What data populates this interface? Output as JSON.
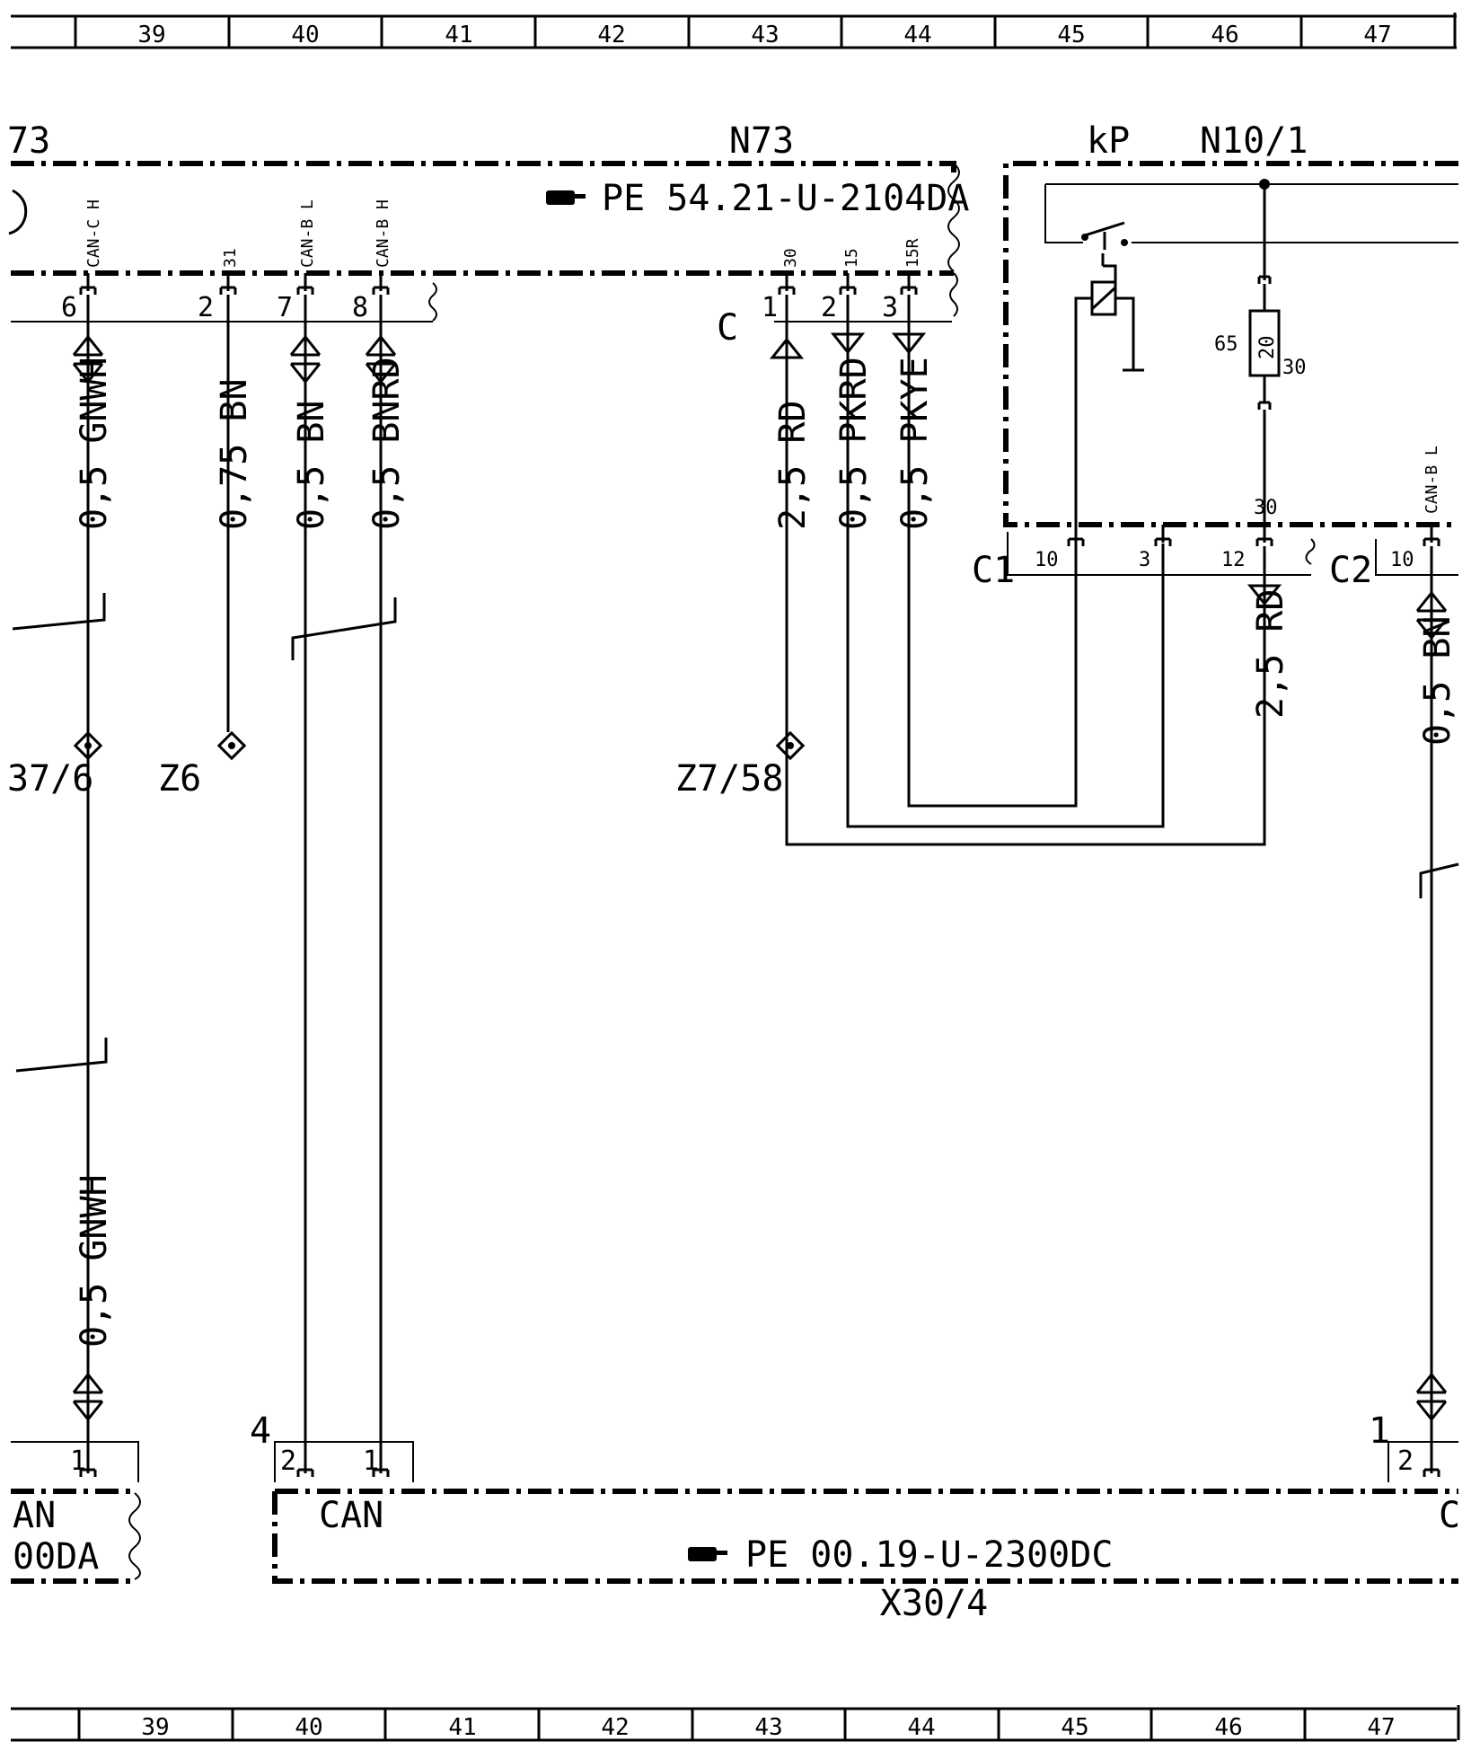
{
  "ruler": {
    "columns": [
      "39",
      "40",
      "41",
      "42",
      "43",
      "44",
      "45",
      "46",
      "47"
    ]
  },
  "components": {
    "n73_partial": "73",
    "n73": "N73",
    "n73_ref": "PE  54.21-U-2104DA",
    "kp": "kP",
    "n10_1": "N10/1",
    "x30_4": "X30/4",
    "x30_4_ref": "PE  00.19-U-2300DC",
    "can_label": "CAN",
    "left_partial_1": "AN",
    "left_partial_2": "00DA",
    "right_partial": "C"
  },
  "pins": {
    "can_c_h": "CAN-C H",
    "pin_31": "31",
    "can_b_l": "CAN-B L",
    "can_b_h": "CAN-B H",
    "pin_30": "30",
    "pin_15": "15",
    "pin_15r": "15R",
    "n6": "6",
    "n2": "2",
    "n7": "7",
    "n8": "8",
    "c": "C",
    "c_1": "1",
    "c_2": "2",
    "c_3": "3",
    "c1": "C1",
    "c1_10": "10",
    "c1_3": "3",
    "c1_12": "12",
    "c2": "C2",
    "c2_10": "10",
    "c2_can_b_l": "CAN-B L",
    "fuse_num": "20",
    "fuse_65": "65",
    "fuse_30": "30",
    "fuse_out_30": "30",
    "x30_4": "4",
    "x30_2": "2",
    "x30_1": "1",
    "left_1": "1",
    "right_1": "1",
    "right_2": "2"
  },
  "wires": {
    "w1": "0,5  GNWH",
    "w2": "0,75  BN",
    "w3": "0,5  BN",
    "w4": "0,5  BNRD",
    "w5": "2,5  RD",
    "w6": "0,5  PKRD",
    "w7": "0,5  PKYE",
    "w8": "2,5  RD",
    "w9": "0,5  BN",
    "w10": "0,5  GNWH"
  },
  "grounds": {
    "g1": "37/6",
    "g2": "Z6",
    "g3": "Z7/58"
  }
}
